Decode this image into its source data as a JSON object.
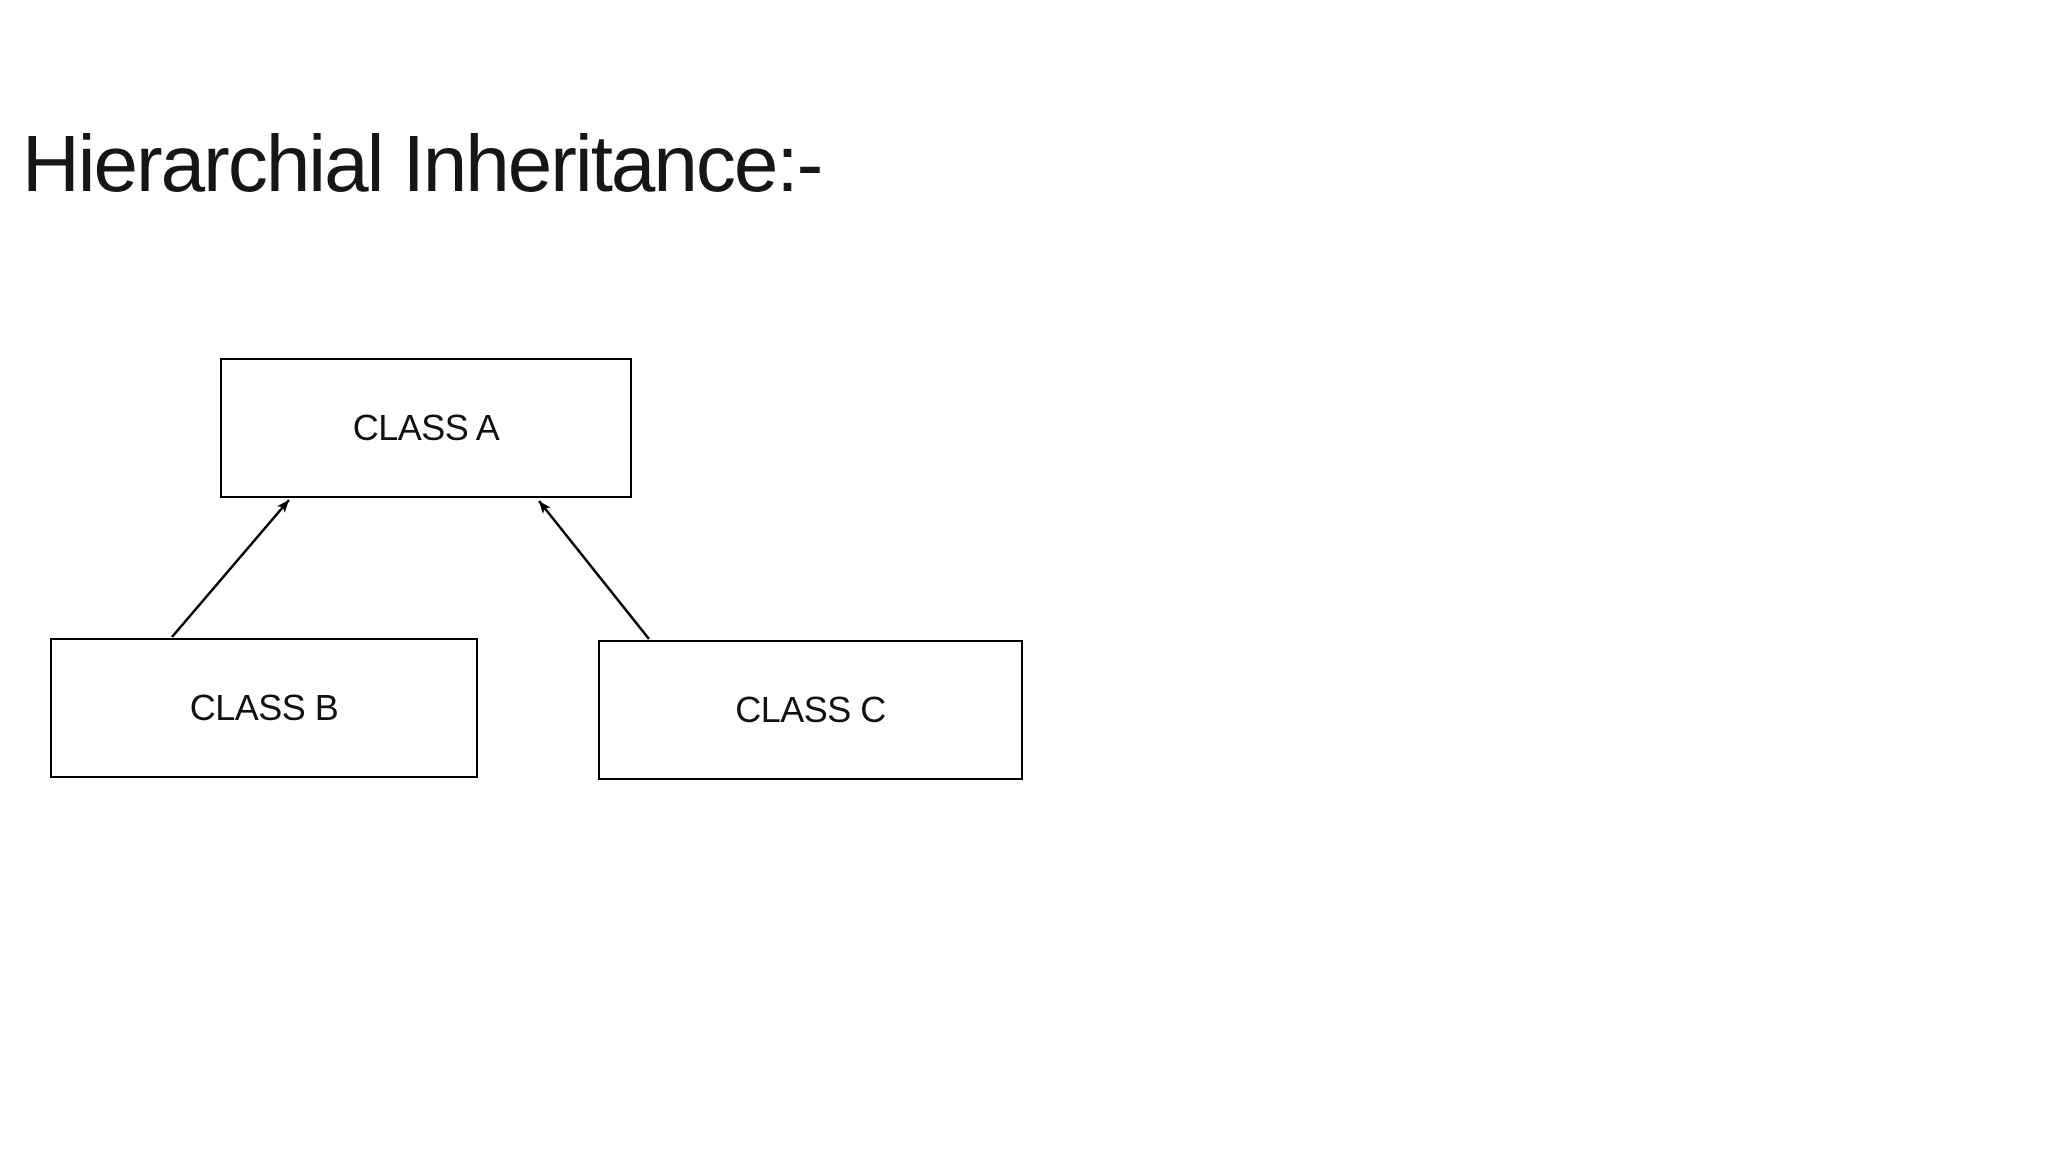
{
  "slide": {
    "title": "Hierarchial Inheritance:-",
    "diagram": {
      "type": "inheritance-hierarchy",
      "nodes": [
        {
          "id": "class-a",
          "label": "CLASS A"
        },
        {
          "id": "class-b",
          "label": "CLASS B"
        },
        {
          "id": "class-c",
          "label": "CLASS C"
        }
      ],
      "edges": [
        {
          "from": "class-b",
          "to": "class-a",
          "style": "arrow"
        },
        {
          "from": "class-c",
          "to": "class-a",
          "style": "arrow"
        }
      ]
    },
    "colors": {
      "background": "#ffffff",
      "stroke": "#000000",
      "text": "#161616"
    }
  }
}
